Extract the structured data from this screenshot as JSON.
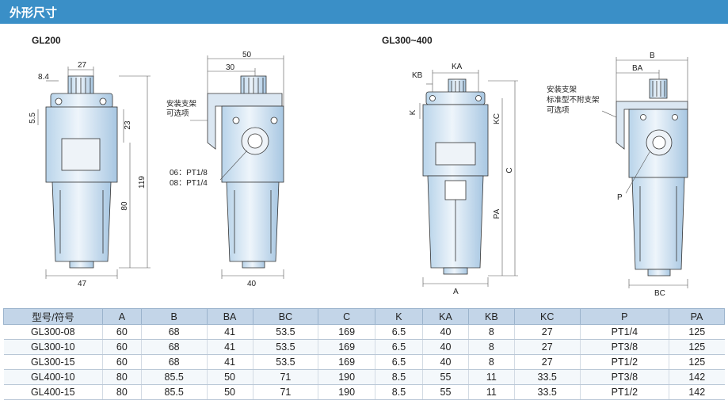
{
  "header": {
    "title": "外形尺寸"
  },
  "models": {
    "left": "GL200",
    "right": "GL300~400"
  },
  "gl200": {
    "dim_27": "27",
    "dim_8_4": "8.4",
    "dim_5_5": "5.5",
    "dim_23": "23",
    "dim_119": "119",
    "dim_80": "80",
    "dim_47": "47",
    "dim_50": "50",
    "dim_30": "30",
    "dim_40": "40",
    "bracket_l1": "安装支架",
    "bracket_l2": "可选项",
    "port_06": "06：PT1/8",
    "port_08": "08：PT1/4"
  },
  "gl300": {
    "dim_KA": "KA",
    "dim_KB": "KB",
    "dim_K": "K",
    "dim_KC": "KC",
    "dim_C": "C",
    "dim_PA": "PA",
    "dim_A": "A",
    "dim_B": "B",
    "dim_BA": "BA",
    "dim_BC": "BC",
    "dim_P": "P",
    "bracket_l1": "安装支架",
    "bracket_l2": "标准型不附支架",
    "bracket_l3": "可选项"
  },
  "table": {
    "headers": [
      "型号/符号",
      "A",
      "B",
      "BA",
      "BC",
      "C",
      "K",
      "KA",
      "KB",
      "KC",
      "P",
      "PA"
    ],
    "rows": [
      [
        "GL300-08",
        "60",
        "68",
        "41",
        "53.5",
        "169",
        "6.5",
        "40",
        "8",
        "27",
        "PT1/4",
        "125"
      ],
      [
        "GL300-10",
        "60",
        "68",
        "41",
        "53.5",
        "169",
        "6.5",
        "40",
        "8",
        "27",
        "PT3/8",
        "125"
      ],
      [
        "GL300-15",
        "60",
        "68",
        "41",
        "53.5",
        "169",
        "6.5",
        "40",
        "8",
        "27",
        "PT1/2",
        "125"
      ],
      [
        "GL400-10",
        "80",
        "85.5",
        "50",
        "71",
        "190",
        "8.5",
        "55",
        "11",
        "33.5",
        "PT3/8",
        "142"
      ],
      [
        "GL400-15",
        "80",
        "85.5",
        "50",
        "71",
        "190",
        "8.5",
        "55",
        "11",
        "33.5",
        "PT1/2",
        "142"
      ]
    ]
  }
}
